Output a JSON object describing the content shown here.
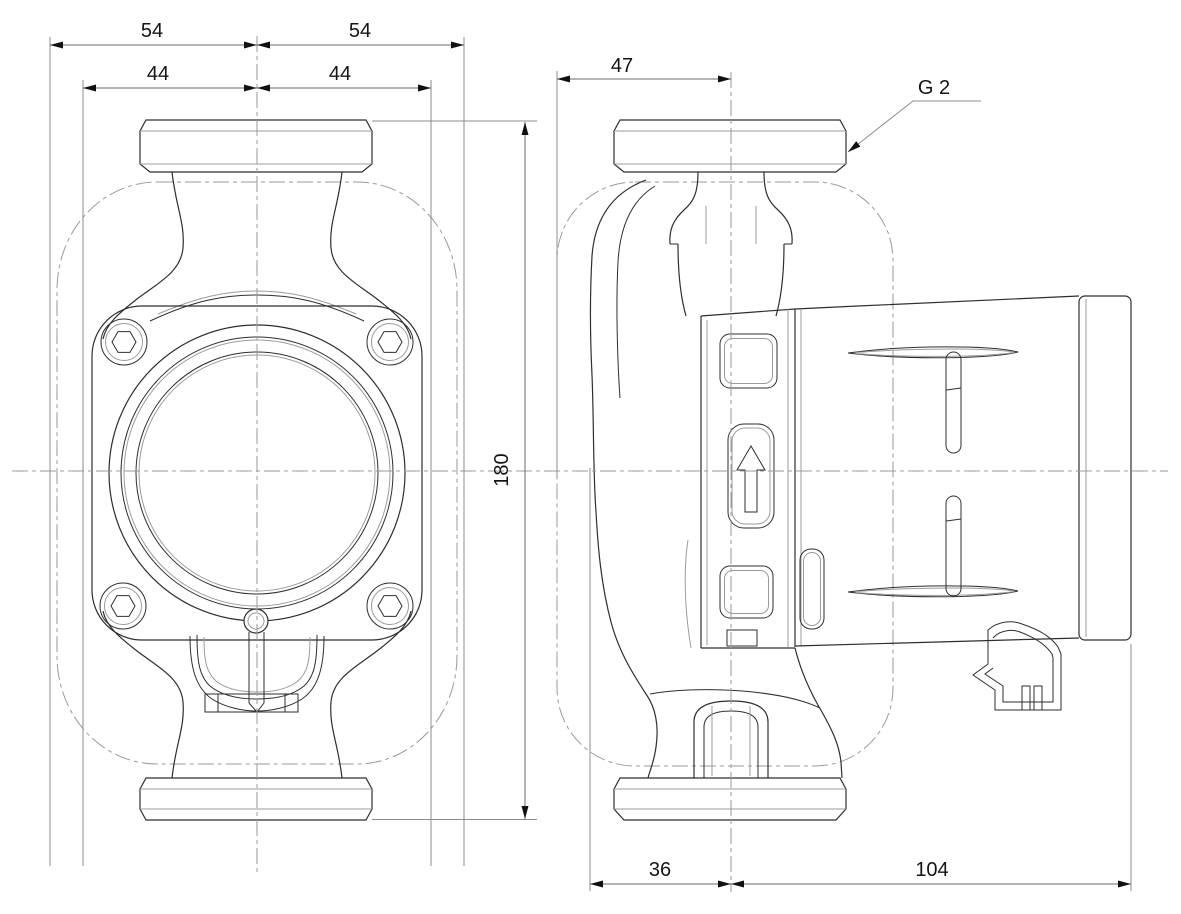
{
  "drawing": {
    "type": "technical dimension drawing",
    "subject": "circulator pump — front view and side view",
    "units": "mm",
    "colors": {
      "background": "#ffffff",
      "part_line": "#2e2e2e",
      "tangent_line": "#9b9b9b",
      "dimension_line": "#6a6a6a",
      "centerline": "#9a9a9a",
      "text": "#141414"
    },
    "front_view": {
      "name": "front view",
      "dim_top_outer_left": "54",
      "dim_top_outer_right": "54",
      "dim_top_inner_left": "44",
      "dim_top_inner_right": "44",
      "dim_port_to_port_height": "180"
    },
    "side_view": {
      "name": "side view",
      "dim_top_depth": "47",
      "dim_bottom_front_depth": "36",
      "dim_bottom_rear_depth": "104",
      "port_thread_label": "G 2",
      "flow_arrow_icon": "up-arrow"
    }
  }
}
